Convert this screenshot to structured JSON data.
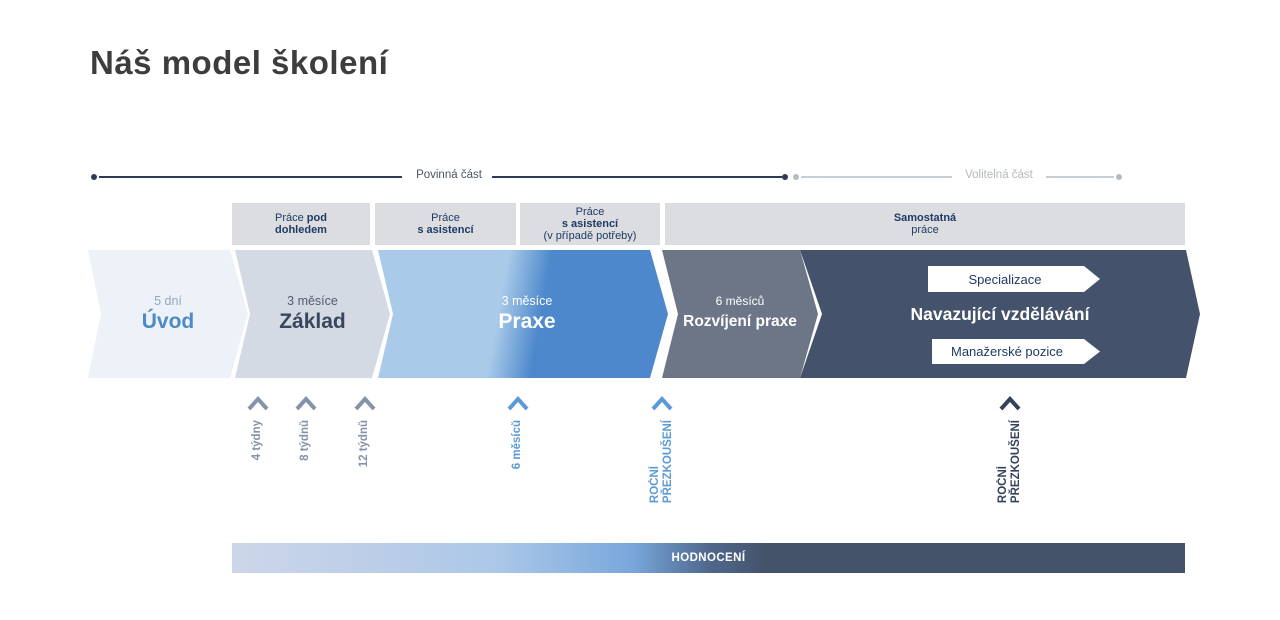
{
  "title": "Náš model školení",
  "timeline": {
    "mandatory_label": "Povinná část",
    "optional_label": "Volitelná část"
  },
  "headers": [
    {
      "l1a": "Práce",
      "l1b": "pod",
      "l2b": "dohledem"
    },
    {
      "l1": "Práce",
      "l2b": "s asistencí"
    },
    {
      "l1": "Práce",
      "l2b": "s asistencí",
      "l3": "(v případě potřeby)"
    },
    {
      "l1b": "Samostatná",
      "l2": "práce"
    }
  ],
  "stages": [
    {
      "duration": "5 dní",
      "name": "Úvod"
    },
    {
      "duration": "3 měsíce",
      "name": "Základ"
    },
    {
      "duration": "3 měsíce",
      "name": "Praxe"
    },
    {
      "duration": "6 měsíců",
      "name": "Rozvíjení praxe"
    },
    {
      "name": "Navazující vzdělávání",
      "sub1": "Specializace",
      "sub2": "Manažerské pozice"
    }
  ],
  "milestones": [
    {
      "label": "4 týdny"
    },
    {
      "label": "8 týdnů"
    },
    {
      "label": "12 týdnů"
    },
    {
      "label": "6 měsíců"
    },
    {
      "l1": "ROČNÍ",
      "l2": "PŘEZKOUŠENÍ"
    },
    {
      "l1": "ROČNÍ",
      "l2": "PŘEZKOUŠENÍ"
    }
  ],
  "evaluation_label": "HODNOCENÍ",
  "colors": {
    "title_text": "#3d3d3d",
    "timeline_dark": "#2e3b52",
    "timeline_light": "#c9cdd4",
    "header_box": "#dcdde0",
    "header_text": "#203a63",
    "stage_uvod": "#edf1f8",
    "stage_zaklad": "#d4dae4",
    "stage_praxe_light": "#a9cae9",
    "stage_praxe_dark": "#4c88cb",
    "stage_rozvijeni": "#6c7687",
    "stage_navazujici": "#44536b",
    "accent_blue": "#5b9bd5",
    "milestone_grey": "#8593a8",
    "milestone_dark": "#33415a"
  }
}
